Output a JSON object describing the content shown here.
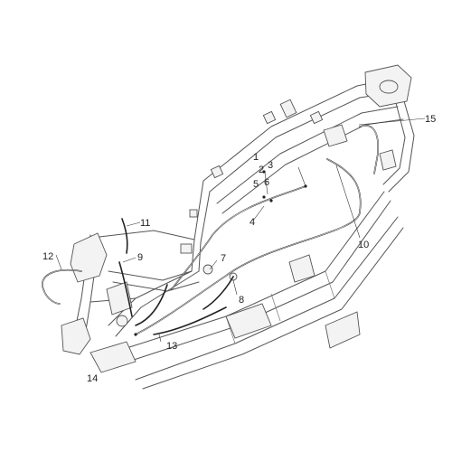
{
  "callouts": [
    {
      "id": "1",
      "label": "1"
    },
    {
      "id": "2",
      "label": "2"
    },
    {
      "id": "3",
      "label": "3"
    },
    {
      "id": "4",
      "label": "4"
    },
    {
      "id": "5",
      "label": "5"
    },
    {
      "id": "6",
      "label": "6"
    },
    {
      "id": "7",
      "label": "7"
    },
    {
      "id": "8",
      "label": "8"
    },
    {
      "id": "9",
      "label": "9"
    },
    {
      "id": "10",
      "label": "10"
    },
    {
      "id": "11",
      "label": "11"
    },
    {
      "id": "12",
      "label": "12"
    },
    {
      "id": "13",
      "label": "13"
    },
    {
      "id": "14",
      "label": "14"
    },
    {
      "id": "15",
      "label": "15"
    }
  ],
  "colors": {
    "line": "#555555",
    "cable": "#222222",
    "background": "#ffffff"
  }
}
